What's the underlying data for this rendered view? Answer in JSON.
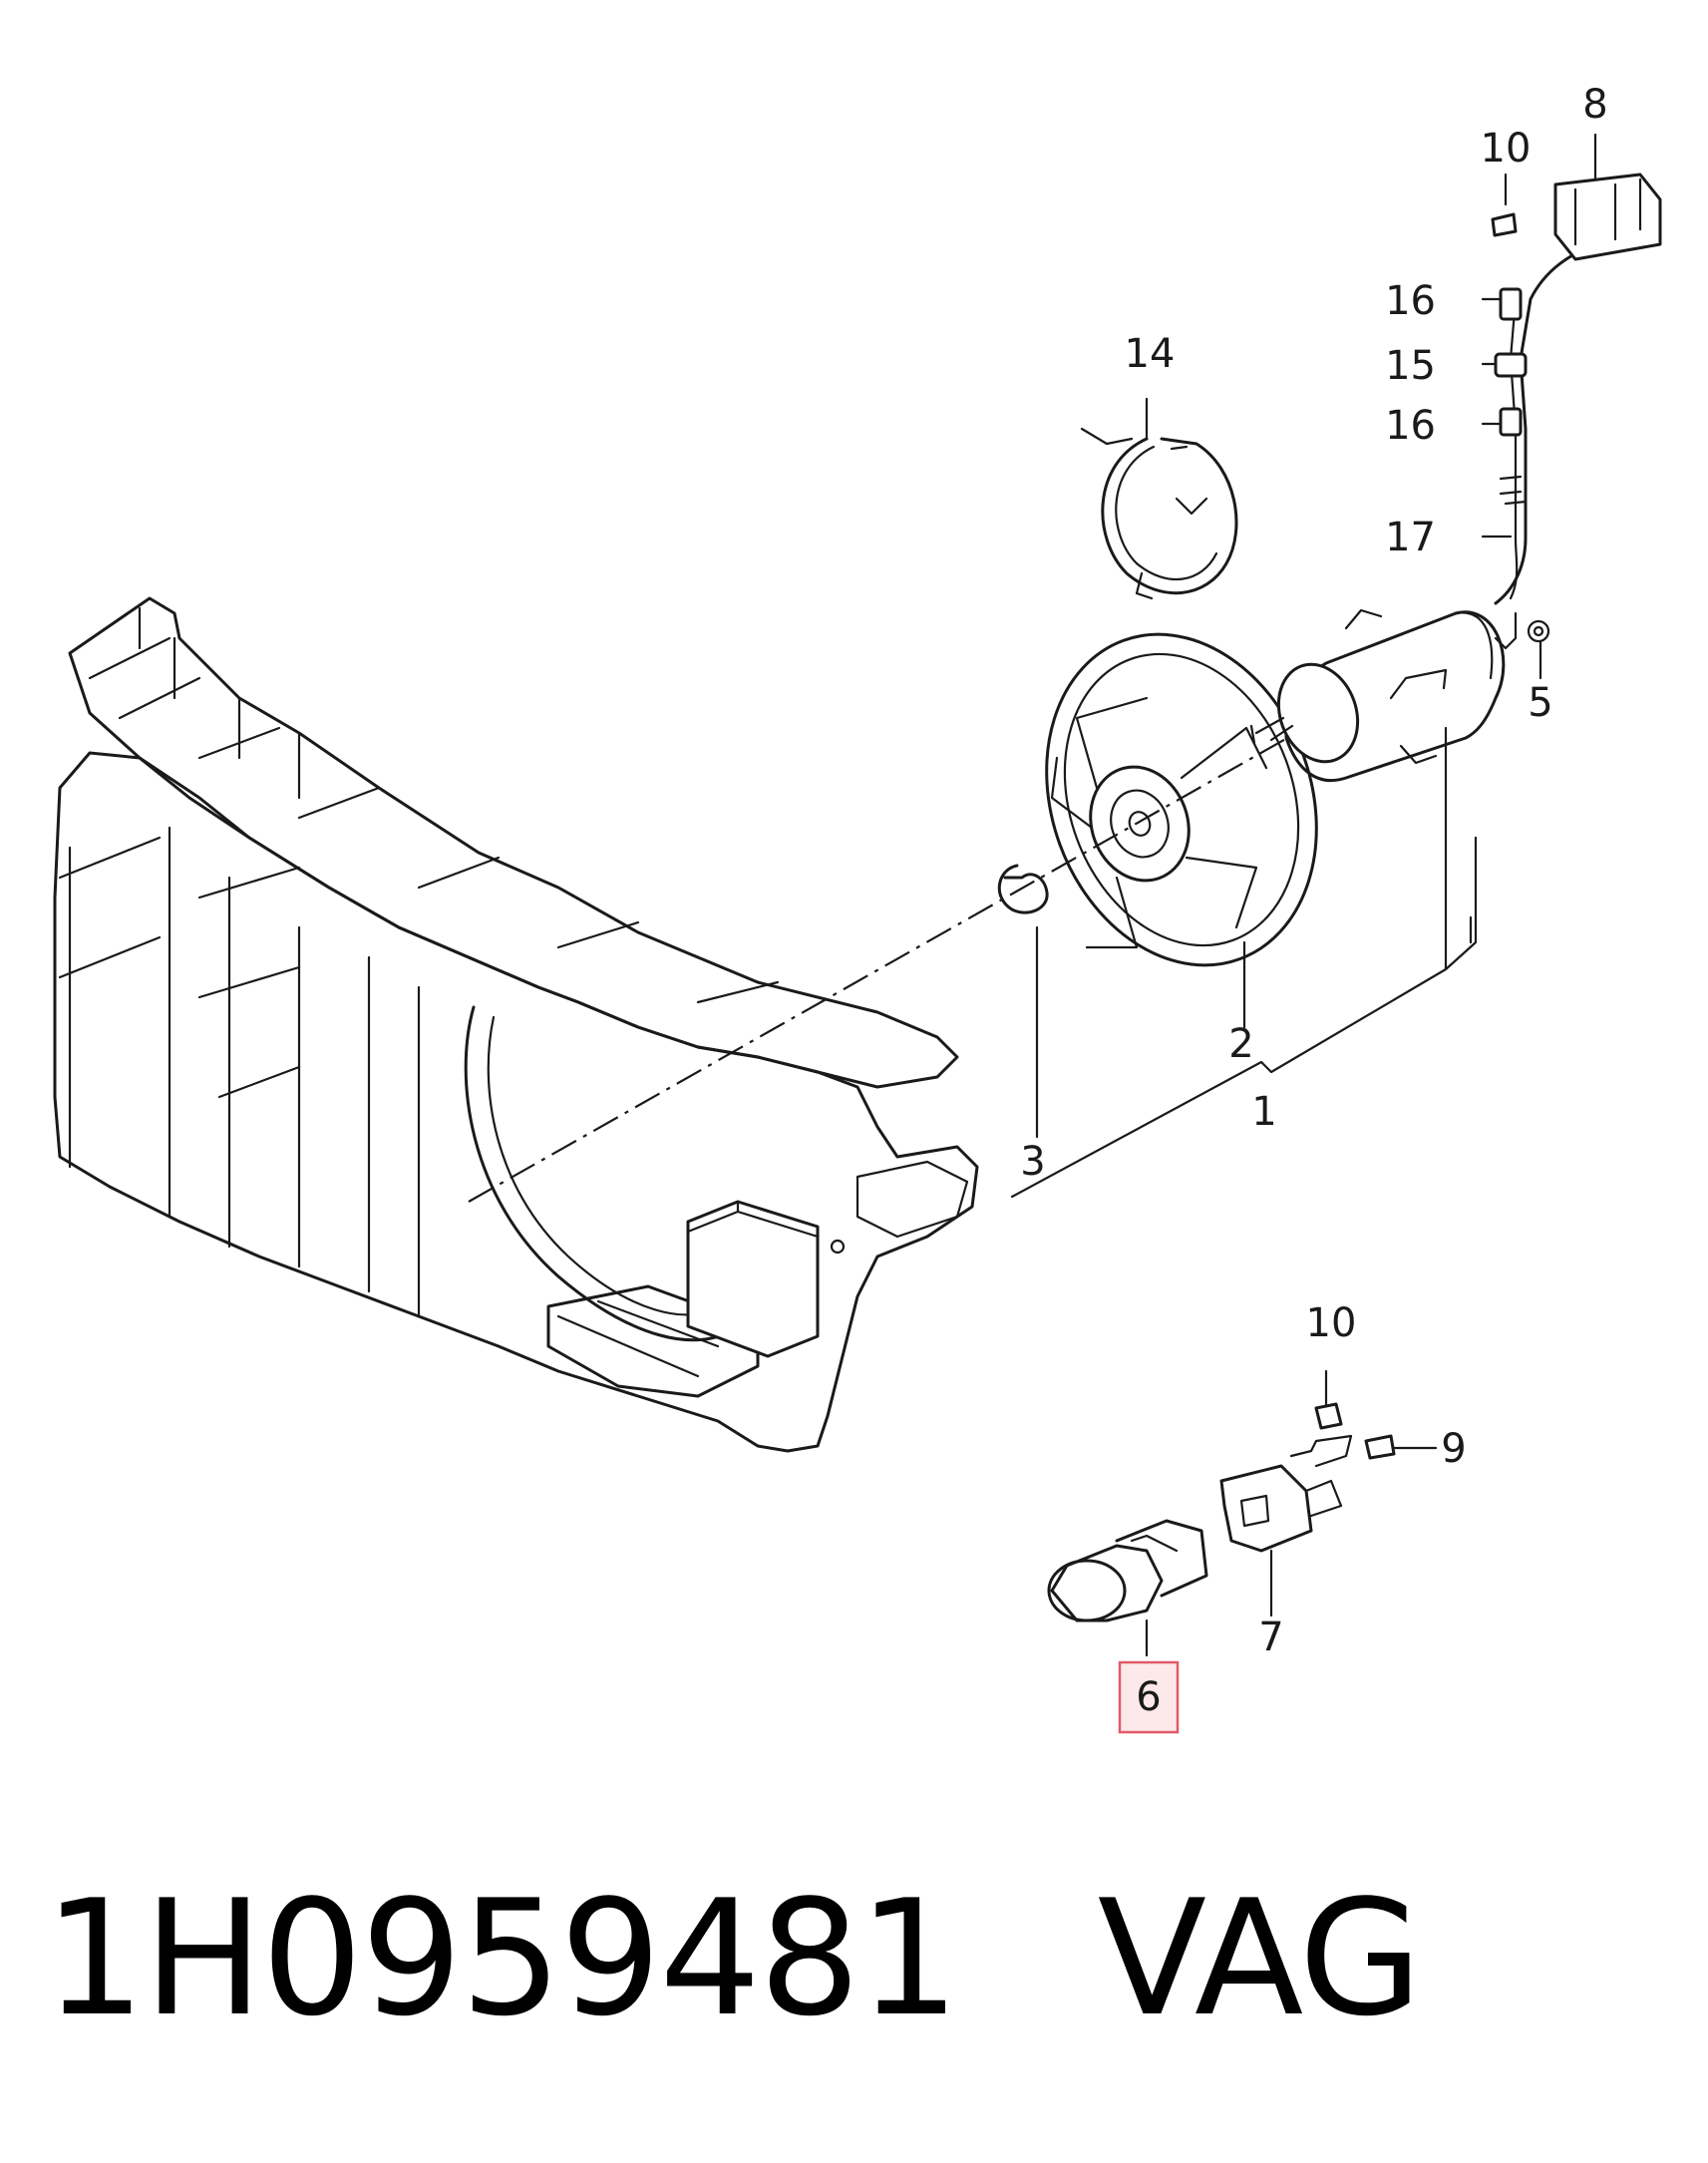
{
  "callouts": {
    "c1": "1",
    "c2": "2",
    "c3": "3",
    "c5": "5",
    "c6": "6",
    "c7": "7",
    "c8": "8",
    "c9": "9",
    "c10a": "10",
    "c10b": "10",
    "c14": "14",
    "c15": "15",
    "c16a": "16",
    "c16b": "16",
    "c17": "17"
  },
  "highlighted_callout": "6",
  "colors": {
    "highlight_fill": "#fde8ea",
    "highlight_border": "#e05a66",
    "line": "#1a1a1a"
  },
  "caption": {
    "part_number": "1H0959481",
    "brand": "VAG"
  }
}
